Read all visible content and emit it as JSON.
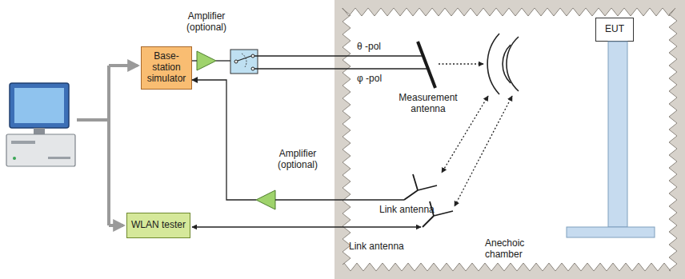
{
  "diagram": {
    "nodes": [
      {
        "text": [
          "Base-station simulator"
        ]
      },
      {
        "text": [
          "Amplifier (optional)"
        ]
      },
      {
        "text": [
          "Amplifier (optional)"
        ]
      },
      {
        "text": [
          "WLAN tester"
        ]
      },
      {
        "text": [
          "Anechoic chamber"
        ]
      },
      {
        "text": [
          "EUT"
        ],
        "in": 4
      }
    ],
    "edges": [
      {
        "from": 0,
        "to": 1,
        "arrow": "none"
      },
      {
        "from": 2,
        "to": 0,
        "arrow": "to"
      }
    ],
    "labels": [
      "θ -pol",
      "φ -pol",
      "Measurement antenna",
      "Link antenna",
      "Link antenna"
    ]
  }
}
